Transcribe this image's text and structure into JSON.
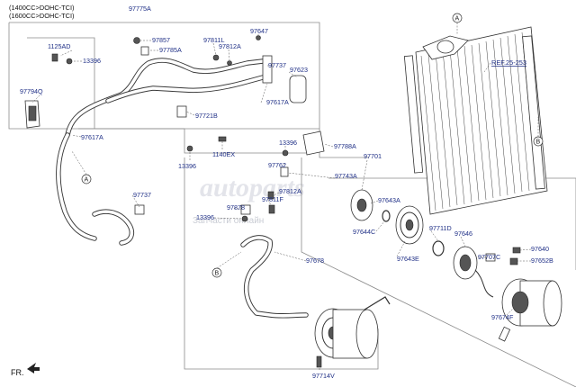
{
  "header": {
    "line1": "(1400CC>DOHC-TCI)",
    "line2": "(1600CC>DOHC-TCI)"
  },
  "reference": "REF.25-253",
  "orientation": "FR.",
  "watermark": {
    "brand": "autoparts",
    "text": "Запчасти онлайн"
  },
  "callouts": {
    "a": "A",
    "b": "B"
  },
  "labels": {
    "p97775A": "97775A",
    "p1125AD": "1125AD",
    "p13396_a": "13396",
    "p97794Q": "97794Q",
    "p97857": "97857",
    "p97785A": "97785A",
    "p97811L": "97811L",
    "p97812A_a": "97812A",
    "p97647": "97647",
    "p97737_a": "97737",
    "p97623": "97623",
    "p97617A_a": "97617A",
    "p97721B": "97721B",
    "p97617A_b": "97617A",
    "p13396_b": "13396",
    "p1140EX": "1140EX",
    "p13396_c": "13396",
    "p97788A": "97788A",
    "p97762": "97762",
    "p97701": "97701",
    "p97743A": "97743A",
    "p97812A_b": "97812A",
    "p97811F": "97811F",
    "p97737_b": "97737",
    "p97878": "97878",
    "p13396_d": "13396",
    "p97643A": "97643A",
    "p97644C": "97644C",
    "p97711D": "97711D",
    "p97646": "97646",
    "p97643E": "97643E",
    "p97678": "97678",
    "p97640": "97640",
    "p97707C": "97707C",
    "p97652B": "97652B",
    "p97674F": "97674F",
    "p97714V": "97714V"
  }
}
